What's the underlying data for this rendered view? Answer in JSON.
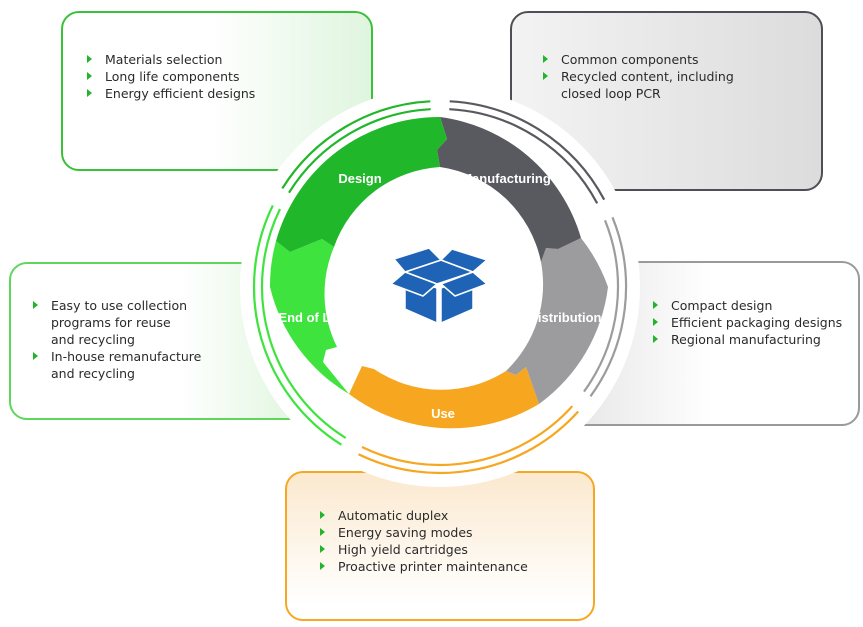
{
  "segments": {
    "design": "Design",
    "manufacturing": "Manufacturing",
    "distribution": "Distribution",
    "use": "Use",
    "end_of_life": "End of Life"
  },
  "cards": {
    "design": [
      "Materials selection",
      "Long life components",
      "Energy efficient designs"
    ],
    "manufacturing": [
      "Common components",
      "Recycled content, including",
      "closed loop PCR"
    ],
    "distribution": [
      "Compact design",
      "Efficient packaging designs",
      "Regional manufacturing"
    ],
    "end_of_life": [
      "Easy to use collection",
      "programs for reuse",
      "and recycling",
      "In-house remanufacture",
      "and recycling"
    ],
    "use": [
      "Automatic duplex",
      "Energy saving modes",
      "High yield cartridges",
      "Proactive printer maintenance"
    ]
  },
  "colors": {
    "design": "#21b72b",
    "manufacturing": "#595960",
    "distribution": "#9c9c9f",
    "use": "#f7a61f",
    "end_of_life": "#3ee43d",
    "bullet": "#22b42a",
    "box_icon": "#1f63b6"
  },
  "icons": {
    "center": "open-box-icon",
    "bullet": "triangle-bullet-icon"
  }
}
